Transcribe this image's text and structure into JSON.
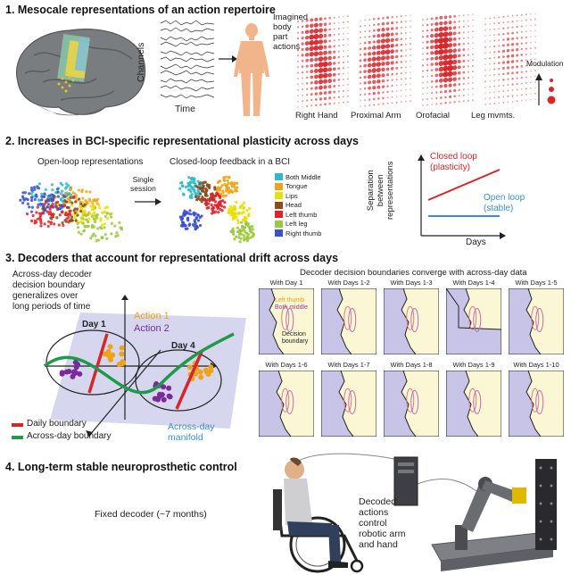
{
  "section1": {
    "title": "1.  Mesocale representations of an action repertoire",
    "channels_label": "Channels",
    "time_label": "Time",
    "imagined_label": "Imagined\nbody\npart\nactions",
    "heatmaps": [
      "Right Hand",
      "Proximal Arm",
      "Orofacial",
      "Leg mvmts."
    ],
    "modulation_label": "Modulation"
  },
  "section2": {
    "title": "2.  Increases in BCI-specific representational plasticity across days",
    "open_loop_label": "Open-loop representations",
    "closed_loop_label": "Closed-loop feedback in a BCI",
    "single_session_label": "Single\nsession",
    "legend": [
      {
        "label": "Both Middle",
        "color": "#2fb9c9"
      },
      {
        "label": "Tongue",
        "color": "#f0a318"
      },
      {
        "label": "Lips",
        "color": "#e8e000"
      },
      {
        "label": "Head",
        "color": "#8a4b22"
      },
      {
        "label": "Left thumb",
        "color": "#e0222a"
      },
      {
        "label": "Left leg",
        "color": "#9bc83c"
      },
      {
        "label": "Right thumb",
        "color": "#3a4fd0"
      }
    ],
    "y_axis_label": "Separation\nbetween\nrepresentations",
    "x_axis_label": "Days",
    "closed_loop_line": "Closed loop\n(plasticity)",
    "open_loop_line": "Open loop\n(stable)",
    "closed_color": "#d6262a",
    "open_color": "#3b8fc9"
  },
  "section3": {
    "title": "3.  Decoders that account for representational drift across days",
    "caption": "Across-day decoder\ndecision boundary\ngeneralizes over\nlong periods of time",
    "day1": "Day 1",
    "day4": "Day 4",
    "action1": "Action 1",
    "action2": "Action 2",
    "daily_boundary": "Daily boundary",
    "across_day_boundary": "Across-day boundary",
    "manifold": "Across-day\nmanifold",
    "panel_title": "Decoder decision boundaries converge with across-day data",
    "panels": [
      "With Day 1",
      "With Days 1-2",
      "With Days 1-3",
      "With Days 1-4",
      "With Days 1-5",
      "With Days 1-6",
      "With Days 1-7",
      "With Days 1-8",
      "With Days 1-9",
      "With Days 1-10"
    ],
    "left_thumb": "Left thumb",
    "both_middle": "Both middle",
    "decision_boundary": "Decision\nboundary"
  },
  "section4": {
    "title": "4.  Long-term stable neuroprosthetic control",
    "fixed_decoder": "Fixed decoder (~7 months)",
    "decoded_label": "Decoded\nactions\ncontrol\nrobotic arm\nand hand"
  }
}
